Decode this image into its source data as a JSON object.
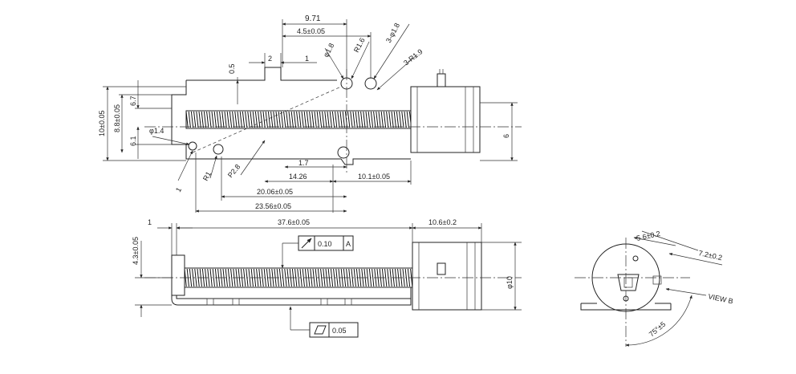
{
  "dimensions": {
    "d_9_71": "9.71",
    "d_4_5": "4.5±0.05",
    "d_2": "2",
    "d_1_top": "1",
    "d_0_5": "0.5",
    "d_phi_1_8": "φ1.8",
    "d_r1_6": "R1.6",
    "d_3_phi1_8": "3-φ1.8",
    "d_3_r1_9": "3-R1.9",
    "d_10": "10±0.05",
    "d_8_8": "8.8±0.05",
    "d_6_7": "6.7",
    "d_6_1": "6.1",
    "d_phi1_4": "φ1.4",
    "d_6": "6",
    "d_1_left": "1",
    "d_r1": "R1",
    "d_p2_8": "P2.8",
    "d_1_7": "1.7",
    "d_14_26": "14.26",
    "d_10_1": "10.1±0.05",
    "d_20_06": "20.06±0.05",
    "d_23_56": "23.56±0.05",
    "d_1_bottom": "1",
    "d_37_6": "37.6±0.05",
    "d_10_6": "10.6±0.2",
    "d_4_3": "4.3±0.05",
    "d_phi10": "φ10",
    "d_5_6": "5.6±0.2",
    "d_7_2": "7.2±0.2",
    "d_75": "75°±5",
    "d_view_b": "VIEW B"
  },
  "tolerances": {
    "runout_value": "0.10",
    "runout_datum": "A",
    "flatness_value": "0.05"
  }
}
